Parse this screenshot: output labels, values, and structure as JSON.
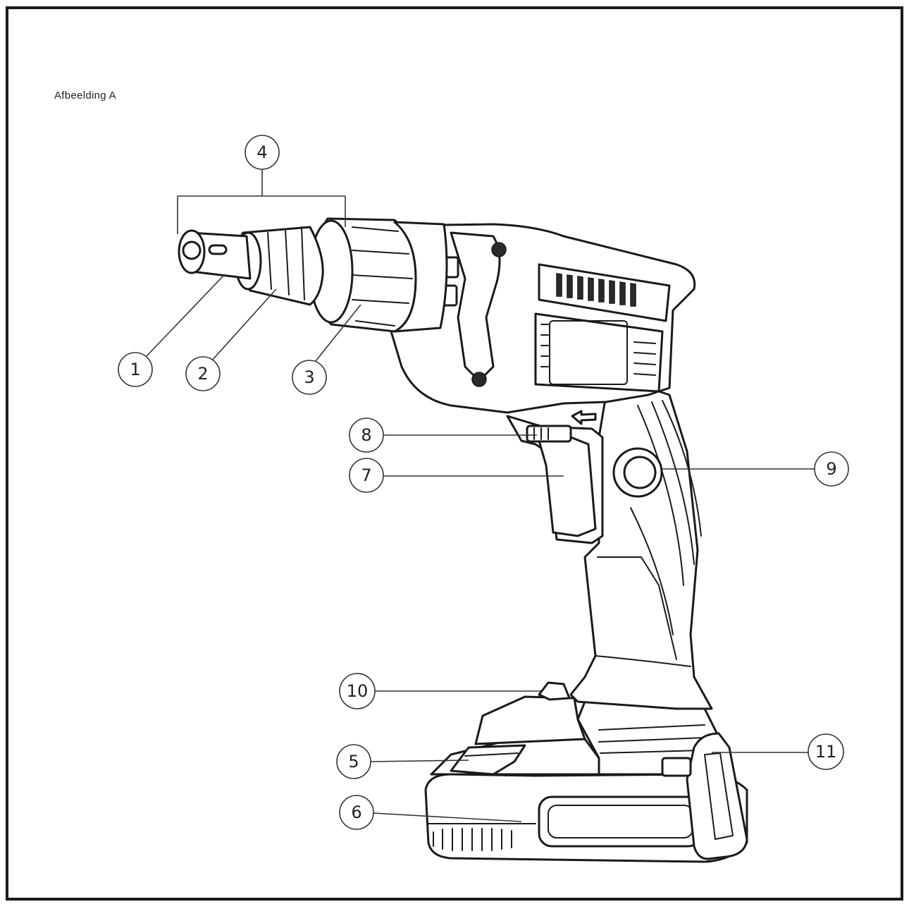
{
  "caption": "Afbeelding A",
  "callouts": [
    {
      "id": "1",
      "label": "1"
    },
    {
      "id": "2",
      "label": "2"
    },
    {
      "id": "3",
      "label": "3"
    },
    {
      "id": "4",
      "label": "4"
    },
    {
      "id": "5",
      "label": "5"
    },
    {
      "id": "6",
      "label": "6"
    },
    {
      "id": "7",
      "label": "7"
    },
    {
      "id": "8",
      "label": "8"
    },
    {
      "id": "9",
      "label": "9"
    },
    {
      "id": "10",
      "label": "10"
    },
    {
      "id": "11",
      "label": "11"
    }
  ]
}
